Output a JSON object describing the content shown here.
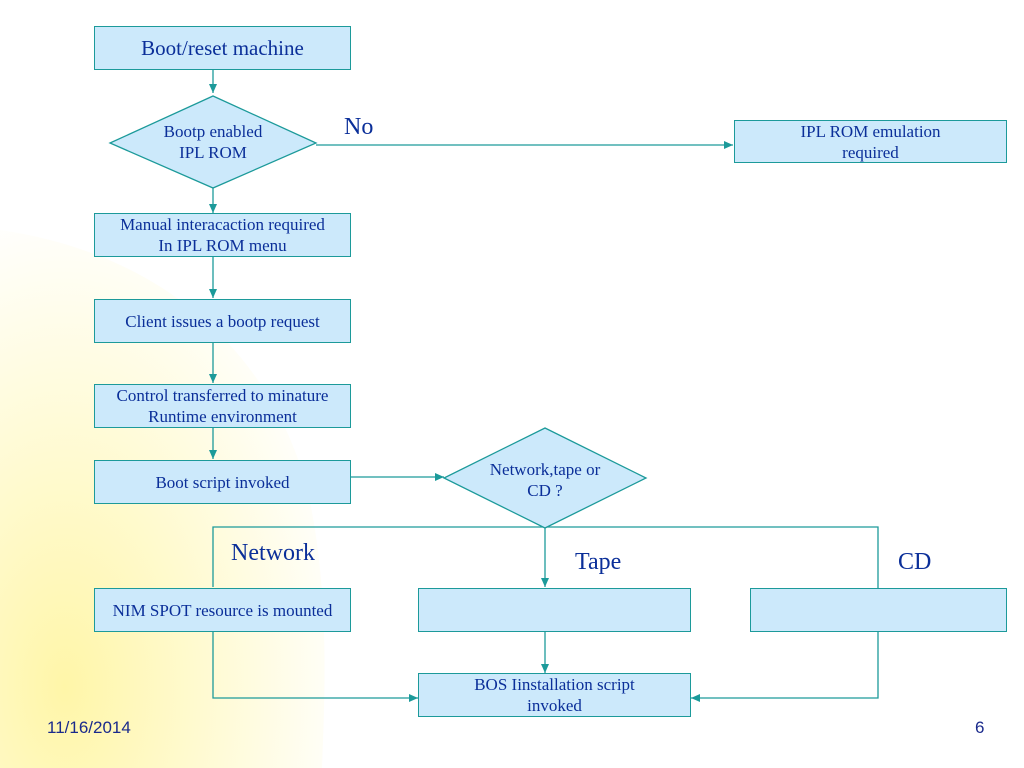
{
  "colors": {
    "box_fill": "#cce9fb",
    "line": "#1c9a9a",
    "text": "#0b2f99",
    "background_accent": "#fff8bf"
  },
  "nodes": {
    "boot_reset": "Boot/reset machine",
    "bootp_decision": "Bootp enabled\nIPL ROM",
    "ipl_emulation": "IPL ROM emulation\nrequired",
    "manual_interaction": "Manual interacaction required\nIn IPL ROM menu",
    "client_bootp": "Client issues a bootp request",
    "control_transferred": "Control transferred to minature\nRuntime environment",
    "boot_script": "Boot script invoked",
    "media_decision": "Network,tape or\nCD ?",
    "nim_spot": "NIM SPOT resource is mounted",
    "tape_box": "",
    "cd_box": "",
    "bos_install": "BOS Iinstallation script\ninvoked"
  },
  "edge_labels": {
    "no": "No",
    "network": "Network",
    "tape": "Tape",
    "cd": "CD"
  },
  "footer": {
    "date": "11/16/2014",
    "page_number": "6"
  }
}
